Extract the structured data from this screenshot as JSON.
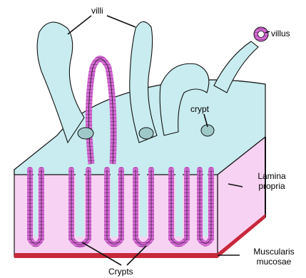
{
  "labels": {
    "villi": "villi",
    "villus": "villus",
    "crypt": "crypt",
    "lamina_line1": "Lamina",
    "lamina_line2": "propria",
    "muscularis_line1": "Muscularis",
    "muscularis_line2": "mucosae",
    "crypts": "Crypts"
  },
  "colors": {
    "tissue_pink": "#f7d2f2",
    "epithelium_magenta": "#d36ad3",
    "mucosa_cyan": "#c8ecef",
    "muscularis_red": "#c8283c",
    "outline": "#111111",
    "lumen_grey": "#9fc9c9"
  }
}
